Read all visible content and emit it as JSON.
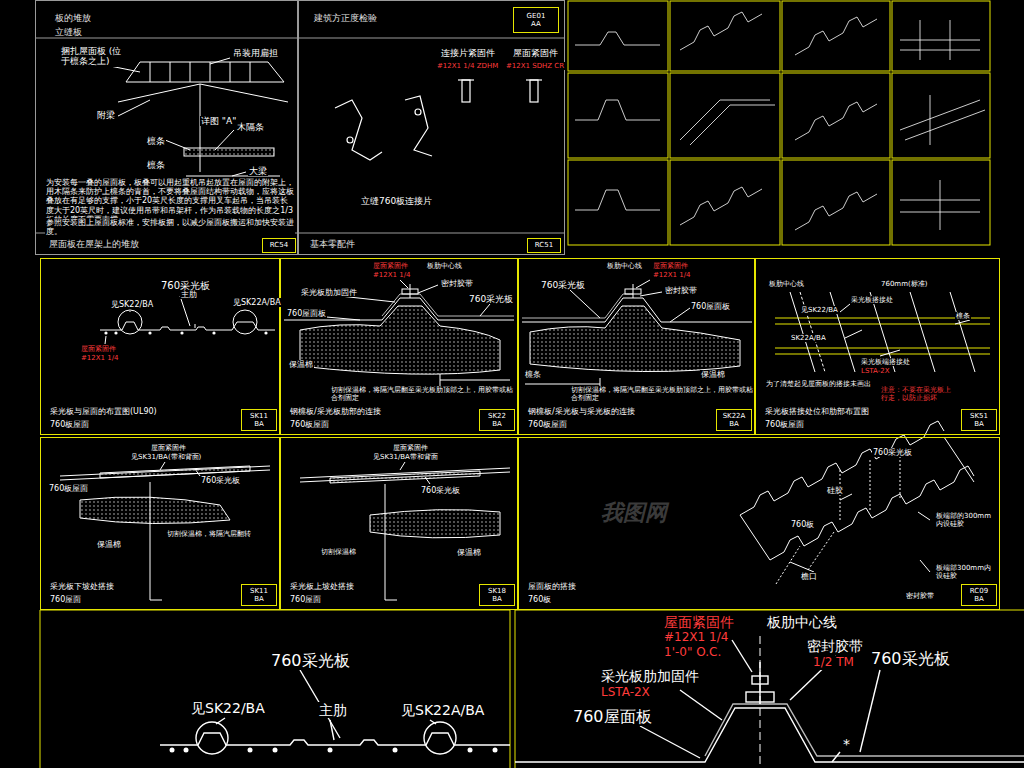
{
  "diagram": {
    "nodes": [
      {
        "text": [
          "板的堆放",
          "立缝板",
          "屋面板在屋架上的堆放"
        ]
      },
      {
        "text": [
          "RC54"
        ],
        "in": 0
      },
      {
        "text": [
          "建筑方正度检验",
          "基本零配件"
        ]
      },
      {
        "text": [
          "GE01",
          "AA"
        ],
        "in": 2
      },
      {
        "text": [
          "RC51"
        ],
        "in": 2
      },
      {
        "text": [
          "采光板与屋面的布置图(UL90)",
          "760板屋面"
        ]
      },
      {
        "text": [
          "SK11",
          "BA"
        ],
        "in": 5
      },
      {
        "text": [
          "钢檩板/采光板肋部的连接",
          "760板屋面"
        ]
      },
      {
        "text": [
          "SK22",
          "BA"
        ],
        "in": 7
      },
      {
        "text": [
          "钢檩板/采光板与采光板的连接",
          "760板屋面"
        ]
      },
      {
        "text": [
          "SK22A",
          "BA"
        ],
        "in": 9
      },
      {
        "text": [
          "采光板搭接处位和肋部布置图",
          "760板屋面"
        ]
      },
      {
        "text": [
          "SK51",
          "BA"
        ],
        "in": 11
      },
      {
        "text": [
          "采光板下坡处搭接",
          "760屋面"
        ]
      },
      {
        "text": [
          "SK11",
          "BA"
        ],
        "in": 13
      },
      {
        "text": [
          "采光板上坡处搭接",
          "760屋面"
        ]
      },
      {
        "text": [
          "SK18",
          "BA"
        ],
        "in": 15
      },
      {
        "text": [
          "屋面板的搭接",
          "760板"
        ]
      },
      {
        "text": [
          "RC09",
          "BA"
        ],
        "in": 17
      }
    ],
    "labels": [
      "捆扎屋面板 (位于檩条之上)",
      "吊装用扁担",
      "详图 \"A\"",
      "附梁",
      "檩条",
      "木隔条",
      "檩条",
      "大梁",
      "为安装每一叠的屋面板，板叠可以用起重机吊起放置在屋面的附架上，用木隔条来防护上檩条的青首，不要将叠屋面结构带动载物，应将这板叠放在有足够的支撑，小于20英尺长度的支撑用叉车起吊，当吊装长度大于20英尺时，建议使用吊带和吊架杆，作为吊装载物的长度之1/3板的长度不需要支撑。",
      "参照安装图上屋面板标准，安排板捆，以减少屋面板搬运和加快安装进度。",
      "连接片紧固件",
      "#12X1 1/4 ZDHM",
      "屋面紧固件",
      "#12X1 SDHZ CR",
      "立缝760板连接片",
      "760采光板",
      "见SK22/BA",
      "主肋",
      "见SK22A/BA",
      "屋面紧固件",
      "#12X1 1/4",
      "屋面紧固件",
      "#12X1 1/4",
      "板肋中心线",
      "密封胶带",
      "采光板肋加固件",
      "760屋面板",
      "760采光板",
      "保温棉",
      "切割保温棉，将隔汽层翻至采光板肋顶部之上，用胶带或粘合剂固定",
      "760采光板",
      "板肋中心线",
      "屋面紧固件",
      "#12X1 1/4",
      "密封胶带",
      "760屋面板",
      "檩条",
      "保温棉",
      "切割保温棉，将隔汽层翻至采光板肋顶部之上，用胶带或粘合剂固定",
      "板肋中心线",
      "760mm(标准)",
      "采光板搭接处",
      "见SK22/BA",
      "SK22A/BA",
      "檩条",
      "采光板端搭接处",
      "LSTA-2X",
      "为了清楚起见屋面板的搭接未画出",
      "注意：不要在采光板上行走，以防止损坏",
      "屋面紧固件",
      "见SK31/BA(带和背面)",
      "760采光板",
      "760板屋面",
      "保温棉",
      "切割保温棉，将隔汽层翻转",
      "屋面紧固件",
      "见SK31/BA带和背面",
      "760采光板",
      "保温棉",
      "切割保温棉",
      "760采光板",
      "硅胶",
      "760板",
      "板端部的300mm内设硅胶",
      "板端部300mm内设硅胶",
      "檐口",
      "密封胶带",
      "760采光板",
      "见SK22/BA",
      "主肋",
      "见SK22A/BA",
      "屋面紧固件",
      "#12X1 1/4",
      "1'-0\" O.C.",
      "板肋中心线",
      "密封胶带",
      "1/2 TM",
      "760采光板",
      "采光板肋加固件",
      "LSTA-2X",
      "760屋面板",
      "*",
      "我图网"
    ]
  }
}
